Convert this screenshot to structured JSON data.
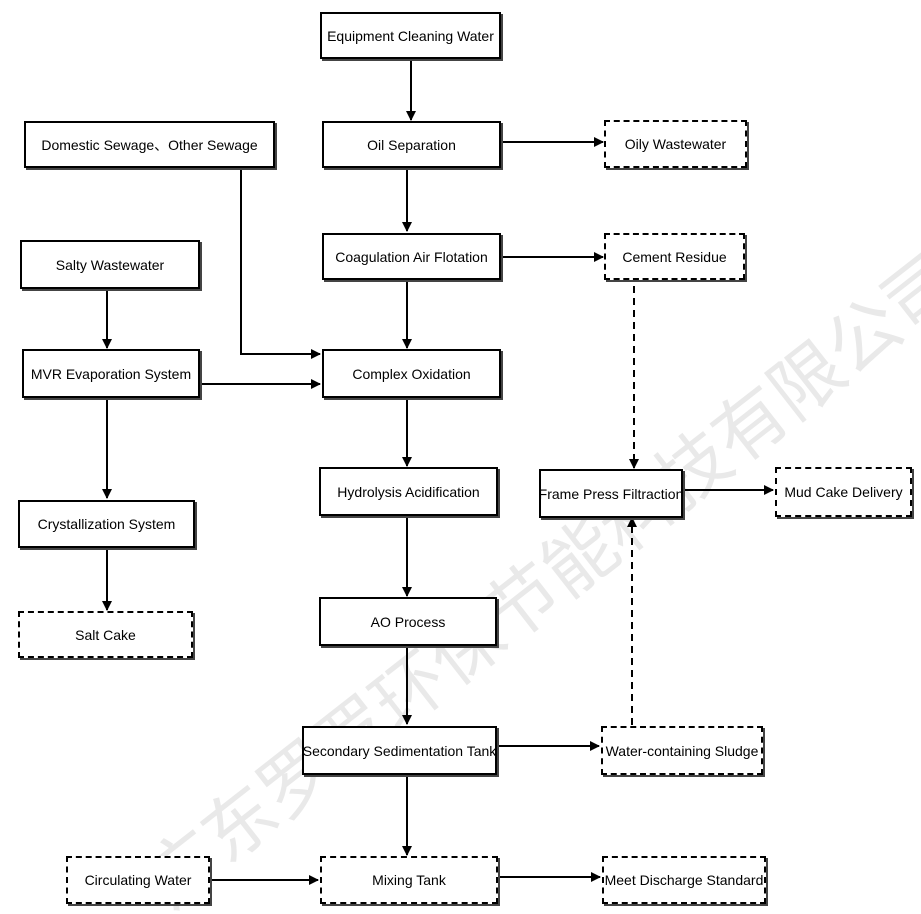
{
  "diagram": {
    "nodes": {
      "equipment_cleaning_water": "Equipment Cleaning Water",
      "domestic_sewage": "Domestic Sewage、Other Sewage",
      "oil_separation": "Oil Separation",
      "oily_wastewater": "Oily Wastewater",
      "salty_wastewater": "Salty Wastewater",
      "coagulation_air_flotation": "Coagulation Air Flotation",
      "cement_residue": "Cement Residue",
      "mvr_evaporation": "MVR Evaporation System",
      "complex_oxidation": "Complex Oxidation",
      "hydrolysis_acidification": "Hydrolysis Acidification",
      "frame_press_filtraction": "Frame Press Filtraction",
      "mud_cake_delivery": "Mud Cake Delivery",
      "crystallization_system": "Crystallization System",
      "salt_cake": "Salt Cake",
      "ao_process": "AO Process",
      "secondary_sedimentation": "Secondary Sedimentation Tank",
      "water_containing_sludge": "Water-containing Sludge",
      "circulating_water": "Circulating Water",
      "mixing_tank": "Mixing Tank",
      "meet_discharge_standard": "Meet Discharge Standard"
    },
    "watermark": "广东罗罗环保节能科技有限公司"
  }
}
